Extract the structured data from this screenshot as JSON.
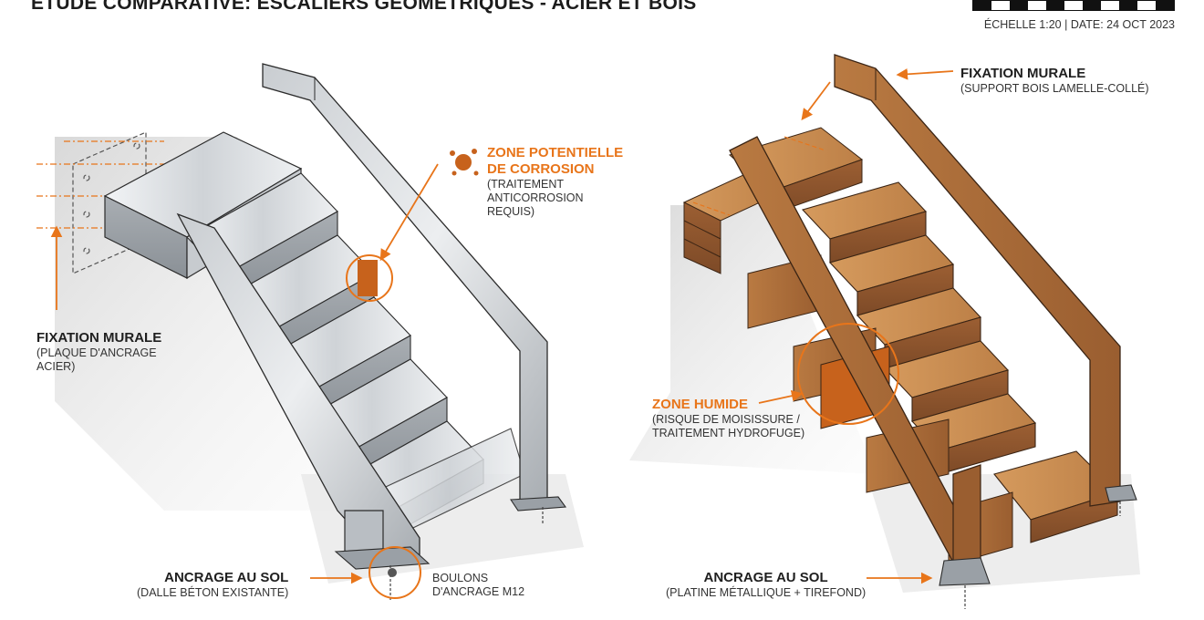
{
  "header": {
    "title": "ÉTUDE COMPARATIVE: ESCALIERS GÉOMÉTRIQUES - ACIER ET BOIS",
    "meta": "ÉCHELLE 1:20 | DATE: 24 OCT 2023"
  },
  "colors": {
    "accent": "#e8751a",
    "steel_light": "#e4e7ea",
    "steel_mid": "#b7bcc1",
    "steel_dark": "#858b91",
    "wood_light": "#c98d52",
    "wood_mid": "#a8683a",
    "wood_dark": "#7b4a26",
    "outline": "#2b2b2b"
  },
  "steel": {
    "wall_fixing": {
      "title": "FIXATION MURALE",
      "sub1": "(PLAQUE D'ANCRAGE",
      "sub2": "ACIER)"
    },
    "corrosion": {
      "title1": "ZONE POTENTIELLE",
      "title2": "DE CORROSION",
      "sub1": "(TRAITEMENT",
      "sub2": "ANTICORROSION",
      "sub3": "REQUIS)"
    },
    "floor_anchor": {
      "title": "ANCRAGE AU SOL",
      "sub": "(DALLE BÉTON EXISTANTE)"
    },
    "bolts": {
      "line1": "BOULONS",
      "line2": "D'ANCRAGE M12"
    }
  },
  "wood": {
    "wall_fixing": {
      "title": "FIXATION MURALE",
      "sub": "(SUPPORT BOIS LAMELLE-COLLÉ)"
    },
    "humid": {
      "title": "ZONE HUMIDE",
      "sub1": "(RISQUE DE MOISISSURE /",
      "sub2": "TRAITEMENT HYDROFUGE)"
    },
    "floor_anchor": {
      "title": "ANCRAGE AU SOL",
      "sub": "(PLATINE MÉTALLIQUE + TIREFOND)"
    }
  }
}
